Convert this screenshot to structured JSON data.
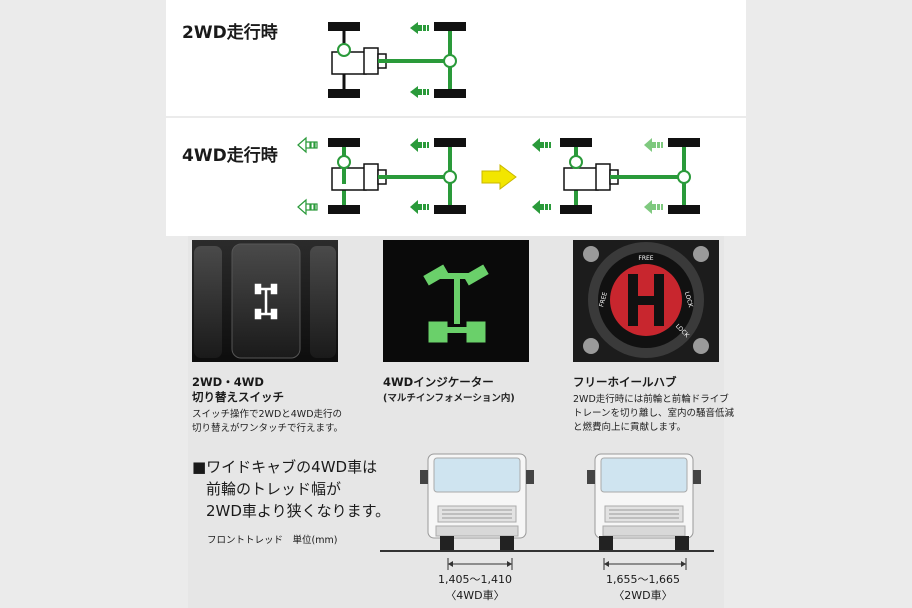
{
  "section_2wd": {
    "label": "2WD走行時"
  },
  "section_4wd": {
    "label": "4WD走行時"
  },
  "features": [
    {
      "title_line1": "2WD・4WD",
      "title_line2": "切り替えスイッチ",
      "desc_line1": "スイッチ操作で2WDと4WD走行の",
      "desc_line2": "切り替えがワンタッチで行えます。"
    },
    {
      "title_line1": "4WDインジケーター",
      "title_line2": "(マルチインフォメーション内)"
    },
    {
      "title_line1": "フリーホイールハブ",
      "desc_line1": "2WD走行時には前輪と前輪ドライブ",
      "desc_line2": "トレーンを切り離し、室内の騒音低減",
      "desc_line3": "と燃費向上に貢献します。"
    }
  ],
  "hub_labels": {
    "top": "FREE",
    "left": "FREE",
    "right": "LOCK",
    "bottom": "LOCK"
  },
  "claim": {
    "line1": "■ワイドキャブの4WD車は",
    "line2": "前輪のトレッド幅が",
    "line3": "2WD車より狭くなります。"
  },
  "tread_note": {
    "label": "フロントトレッド　単位(mm)"
  },
  "trucks": [
    {
      "measure": "1,405〜1,410",
      "type": "〈4WD車〉"
    },
    {
      "measure": "1,655〜1,665",
      "type": "〈2WD車〉"
    }
  ],
  "colors": {
    "green": "#2a9a3a",
    "green_light": "#7fc97f",
    "yellow": "#f2e600",
    "red": "#c8262e"
  }
}
